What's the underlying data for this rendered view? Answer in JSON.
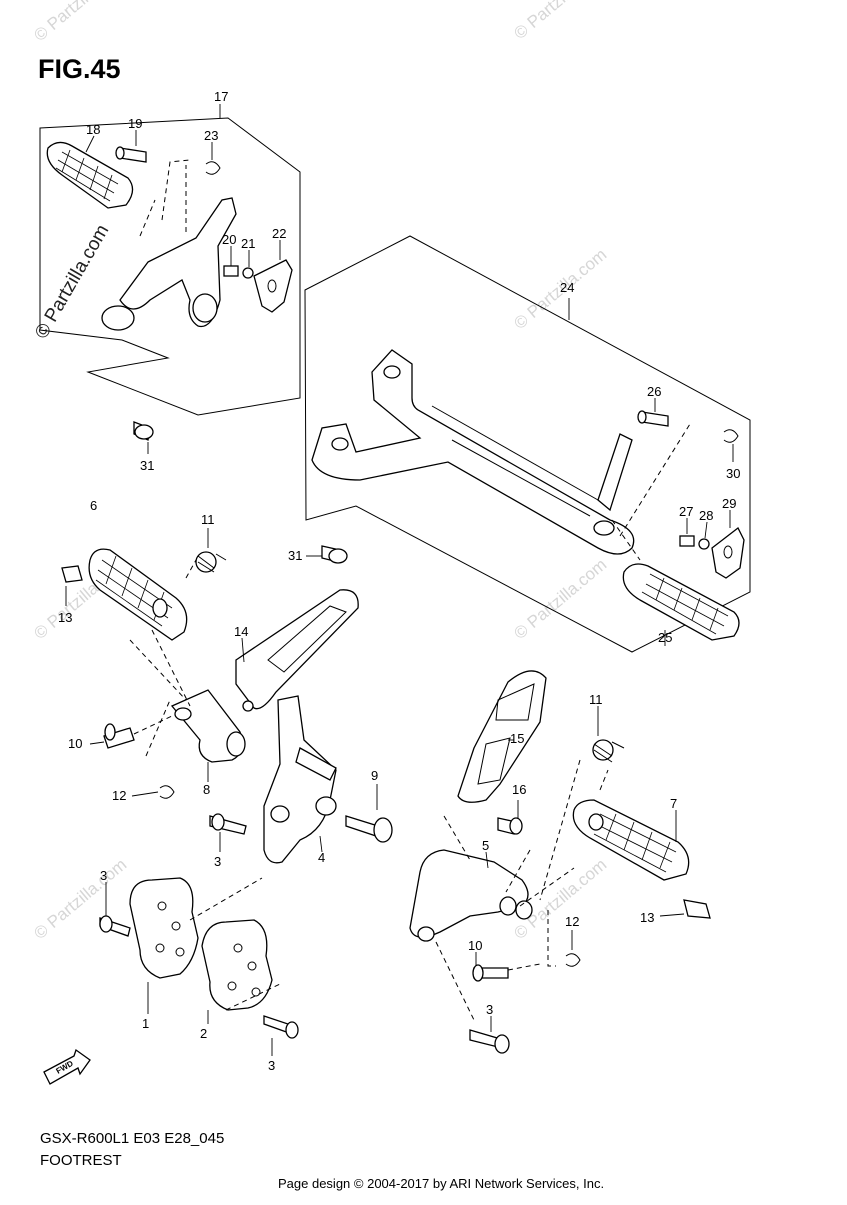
{
  "figure_title": "FIG.45",
  "model_line": "GSX-R600L1  E03 E28_045",
  "section_name": "FOOTREST",
  "page_credit": "Page design © 2004-2017 by ARI Network Services, Inc.",
  "watermark_text": "© Partzilla.com",
  "callouts": [
    "17",
    "18",
    "19",
    "23",
    "20",
    "21",
    "22",
    "24",
    "26",
    "30",
    "27",
    "28",
    "29",
    "25",
    "31",
    "31",
    "6",
    "11",
    "13",
    "14",
    "10",
    "12",
    "8",
    "3",
    "9",
    "4",
    "15",
    "11",
    "16",
    "5",
    "7",
    "13",
    "3",
    "10",
    "12",
    "1",
    "2",
    "3",
    "3"
  ],
  "fwd_label": "FWD"
}
